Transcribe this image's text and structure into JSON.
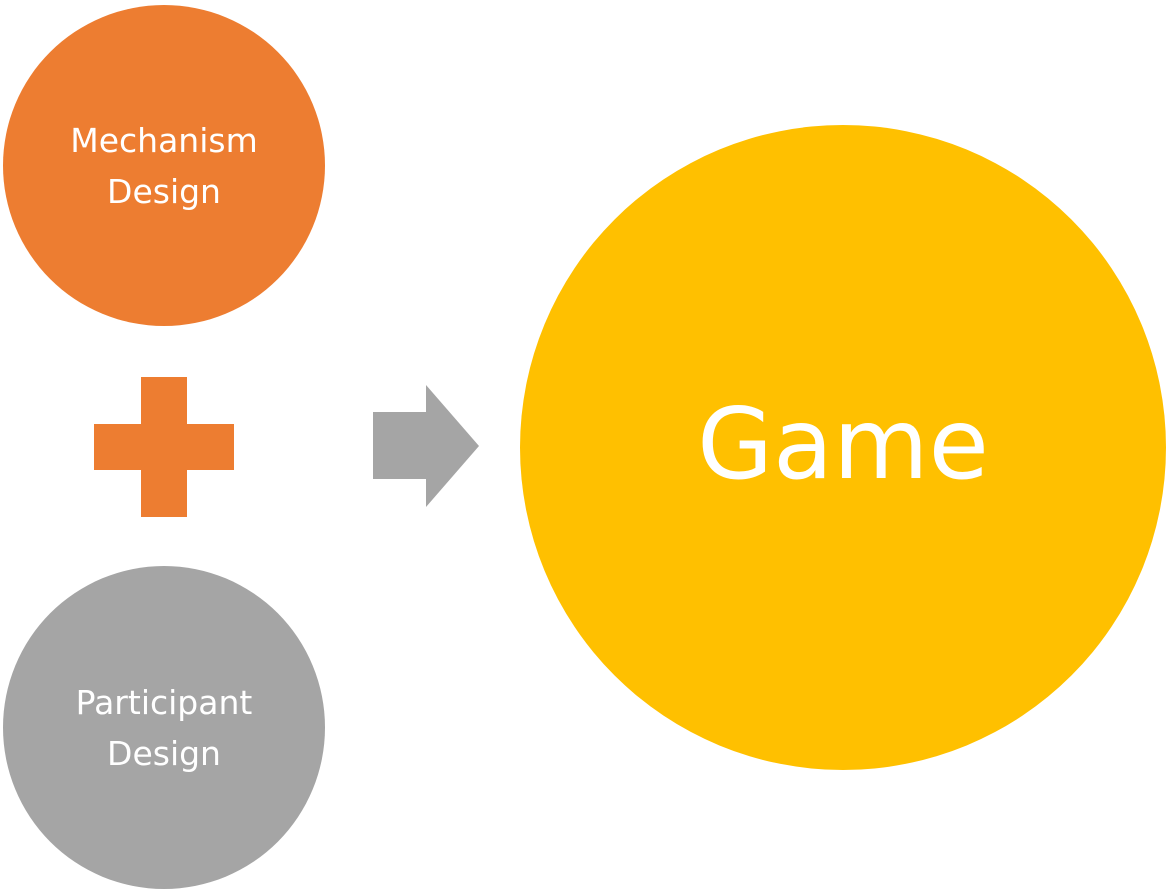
{
  "colors": {
    "mechanism": "#ED7D31",
    "participant": "#A5A5A5",
    "game": "#FFC000",
    "plus": "#ED7D31",
    "arrow": "#A5A5A5",
    "text": "#FFFFFF"
  },
  "inputs": {
    "mechanism": {
      "line1": "Mechanism",
      "line2": "Design"
    },
    "participant": {
      "line1": "Participant",
      "line2": "Design"
    }
  },
  "operator_icon": "plus-icon",
  "connector_icon": "right-arrow-icon",
  "result": {
    "label": "Game"
  }
}
